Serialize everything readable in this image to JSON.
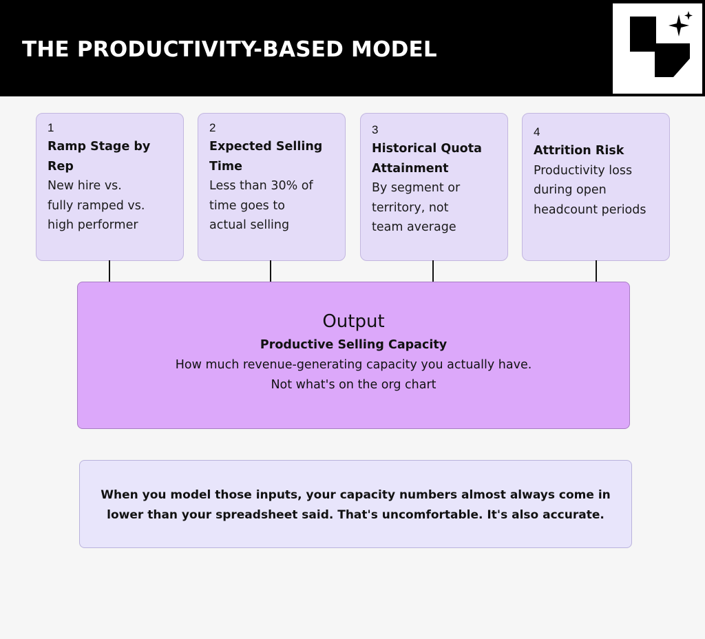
{
  "header": {
    "title": "THE PRODUCTIVITY-BASED MODEL",
    "logo_icon": "sparkle-logo-icon"
  },
  "inputs": [
    {
      "number": "1",
      "title": "Ramp Stage by Rep",
      "body": "New hire vs.\nfully ramped vs.\nhigh performer"
    },
    {
      "number": "2",
      "title": "Expected Selling\nTime",
      "body": "Less than 30% of\ntime goes to\nactual selling"
    },
    {
      "number": "3",
      "title": "Historical Quota\nAttainment",
      "body": "By segment or\nterritory, not\nteam average"
    },
    {
      "number": "4",
      "title": "Attrition Risk",
      "body": "Productivity loss\nduring open\nheadcount periods"
    }
  ],
  "output": {
    "heading": "Output",
    "subtitle": "Productive Selling Capacity",
    "body": "How much revenue-generating capacity you actually have.\nNot what's on the org chart"
  },
  "note": {
    "text": "When you model those inputs, your capacity numbers almost always come in\nlower than your spreadsheet said. That's uncomfortable. It's also accurate."
  },
  "colors": {
    "header_bg": "#000000",
    "input_card_bg": "#e4dcf8",
    "output_bg": "#dca8fa",
    "note_bg": "#e8e5fb"
  }
}
